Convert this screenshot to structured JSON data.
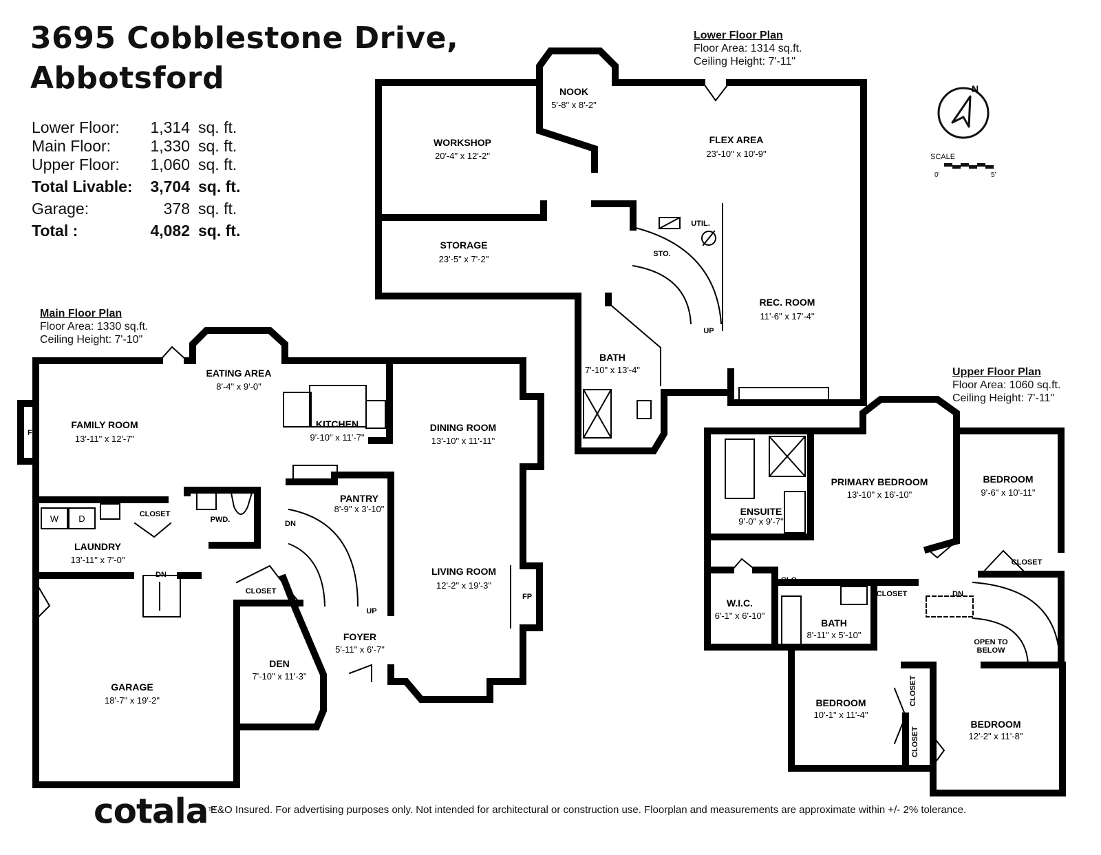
{
  "header": {
    "title_line1": "3695 Cobblestone Drive,",
    "title_line2": "Abbotsford"
  },
  "summary": [
    {
      "label": "Lower Floor:",
      "value": "1,314",
      "unit": "sq. ft.",
      "bold": false
    },
    {
      "label": "Main Floor:",
      "value": "1,330",
      "unit": "sq. ft.",
      "bold": false
    },
    {
      "label": "Upper Floor:",
      "value": "1,060",
      "unit": "sq. ft.",
      "bold": false
    },
    {
      "label": "Total Livable:",
      "value": "3,704",
      "unit": "sq. ft.",
      "bold": true
    },
    {
      "label": "Garage:",
      "value": "378",
      "unit": "sq. ft.",
      "bold": false
    },
    {
      "label": "Total :",
      "value": "4,082",
      "unit": "sq. ft.",
      "bold": true
    }
  ],
  "plans": {
    "lower": {
      "title": "Lower Floor Plan",
      "area": "Floor Area: 1314 sq.ft.",
      "ceiling": "Ceiling Height: 7'-11\""
    },
    "main": {
      "title": "Main Floor Plan",
      "area": "Floor Area: 1330 sq.ft.",
      "ceiling": "Ceiling Height: 7'-10\""
    },
    "upper": {
      "title": "Upper Floor Plan",
      "area": "Floor Area: 1060 sq.ft.",
      "ceiling": "Ceiling Height: 7'-11\""
    }
  },
  "rooms": {
    "nook": {
      "name": "NOOK",
      "dim": "5'-8\" x 8'-2\""
    },
    "workshop": {
      "name": "WORKSHOP",
      "dim": "20'-4\" x 12'-2\""
    },
    "flex": {
      "name": "FLEX AREA",
      "dim": "23'-10\" x 10'-9\""
    },
    "storage": {
      "name": "STORAGE",
      "dim": "23'-5\" x 7'-2\""
    },
    "util": {
      "name": "UTIL."
    },
    "sto": {
      "name": "STO."
    },
    "rec": {
      "name": "REC. ROOM",
      "dim": "11'-6\" x 17'-4\""
    },
    "bath_lower": {
      "name": "BATH",
      "dim": "7'-10\" x 13'-4\""
    },
    "eating": {
      "name": "EATING AREA",
      "dim": "8'-4\" x 9'-0\""
    },
    "family": {
      "name": "FAMILY ROOM",
      "dim": "13'-11\" x 12'-7\""
    },
    "kitchen": {
      "name": "KITCHEN",
      "dim": "9'-10\" x 11'-7\""
    },
    "dining": {
      "name": "DINING ROOM",
      "dim": "13'-10\" x 11'-11\""
    },
    "pantry": {
      "name": "PANTRY",
      "dim": "8'-9\" x 3'-10\""
    },
    "closet_main1": {
      "name": "CLOSET"
    },
    "pwd": {
      "name": "PWD."
    },
    "laundry": {
      "name": "LAUNDRY",
      "dim": "13'-11\" x 7'-0\""
    },
    "living": {
      "name": "LIVING ROOM",
      "dim": "12'-2\" x 19'-3\""
    },
    "closet_main2": {
      "name": "CLOSET"
    },
    "foyer": {
      "name": "FOYER",
      "dim": "5'-11\" x 6'-7\""
    },
    "den": {
      "name": "DEN",
      "dim": "7'-10\" x 11'-3\""
    },
    "garage": {
      "name": "GARAGE",
      "dim": "18'-7\" x 19'-2\""
    },
    "primary": {
      "name": "PRIMARY BEDROOM",
      "dim": "13'-10\" x 16'-10\""
    },
    "bed_ne": {
      "name": "BEDROOM",
      "dim": "9'-6\" x 10'-11\""
    },
    "ensuite": {
      "name": "ENSUITE",
      "dim": "9'-0\" x 9'-7\""
    },
    "closet_up1": {
      "name": "CLOSET"
    },
    "wic": {
      "name": "W.I.C.",
      "dim": "6'-1\" x 6'-10\""
    },
    "clo": {
      "name": "CLO."
    },
    "bath_upper": {
      "name": "BATH",
      "dim": "8'-11\" x 5'-10\""
    },
    "closet_up2": {
      "name": "CLOSET"
    },
    "open_below": {
      "name1": "OPEN TO",
      "name2": "BELOW"
    },
    "bed_sw": {
      "name": "BEDROOM",
      "dim": "10'-1\" x 11'-4\""
    },
    "closet_up3": {
      "name": "CLOSET"
    },
    "closet_up4": {
      "name": "CLOSET"
    },
    "bed_se": {
      "name": "BEDROOM",
      "dim": "12'-2\" x 11'-8\""
    }
  },
  "tags": {
    "fp": "FP",
    "up": "UP",
    "dn": "DN",
    "washer": "W",
    "dryer": "D"
  },
  "compass": {
    "north": "N"
  },
  "scale": {
    "label": "SCALE",
    "min": "0'",
    "max": "5'"
  },
  "footer": {
    "logo": "cotala",
    "tm": "TM",
    "disclaimer": "E&O Insured. For advertising purposes only. Not intended for architectural or construction use. Floorplan and measurements are approximate within +/- 2% tolerance."
  }
}
